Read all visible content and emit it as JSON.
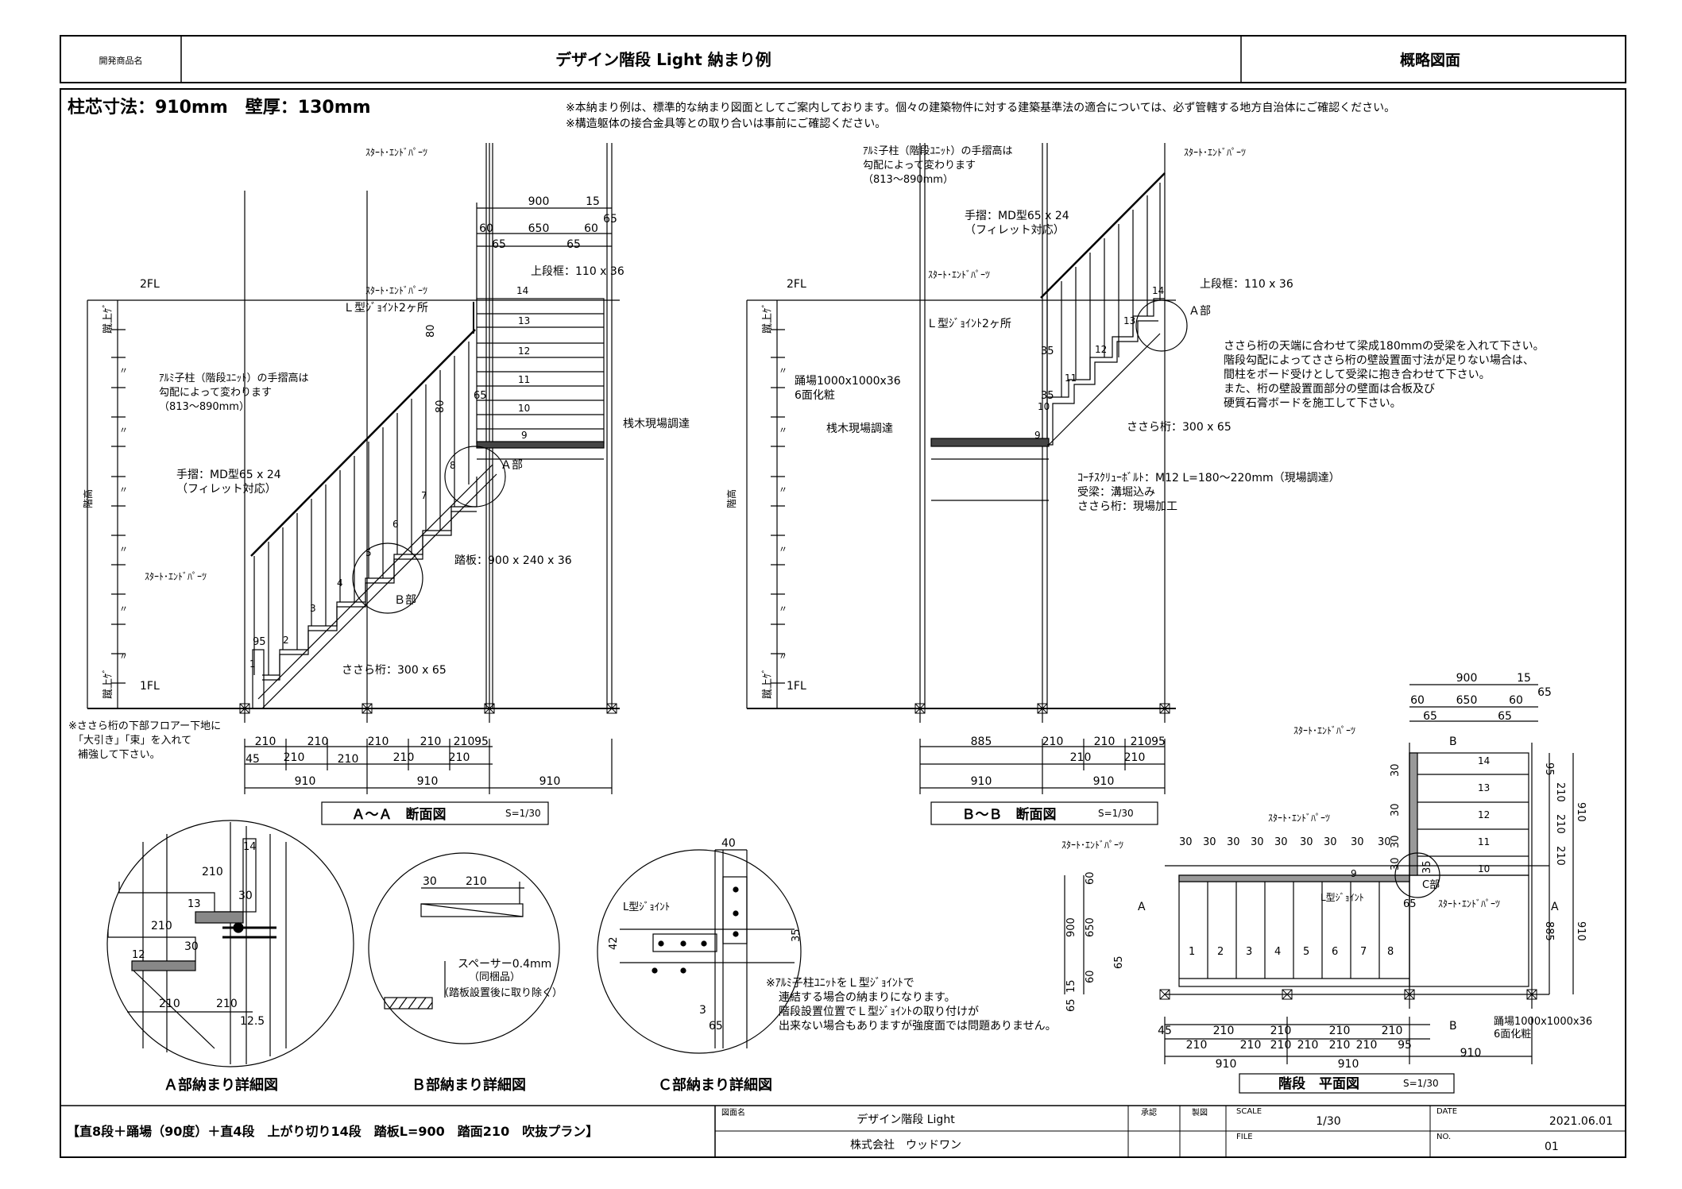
{
  "header": {
    "product_label": "開発商品名",
    "title": "デザイン階段 Light 納まり例",
    "right": "概略図面"
  },
  "spec": "柱芯寸法：910mm　壁厚：130mm",
  "notes": [
    "※本納まり例は、標準的な納まり図面としてご案内しております。個々の建築物件に対する建築基準法の適合については、必ず管轄する地方自治体にご確認ください。",
    "※構造躯体の接合金具等との取り合いは事前にご確認ください。"
  ],
  "section_aa": {
    "title": "Ａ～Ａ　断面図",
    "scale": "S=1/30",
    "labels": {
      "start_end_parts": "ｽﾀｰﾄ･ｴﾝﾄﾞﾊﾟｰﾂ",
      "upper_frame": "上段框：110 x 36",
      "l_joint": "Ｌ型ｼﾞｮｲﾝﾄ2ヶ所",
      "baluster_1": "ｱﾙﾐ子柱（階段ﾕﾆｯﾄ）の手摺高は",
      "baluster_2": "勾配によって変わります",
      "baluster_3": "（813～890mm）",
      "handrail_1": "手摺：MD型65 x 24",
      "handrail_2": "（フィレット対応）",
      "adjust": "桟木現場調達",
      "tread": "踏板：900 x 240 x 36",
      "stringer": "ささら桁：300 x 65",
      "part_a": "Ａ部",
      "part_b": "Ｂ部",
      "fl2": "2FL",
      "fl1": "1FL",
      "floor_height": "階高",
      "rise_top": "蹴上ｹﾞ",
      "rise_bottom": "蹴上ｹﾞ",
      "ditto": "〃",
      "foot_note_1": "※ささら桁の下部フロアー下地に",
      "foot_note_2": "「大引き」「束」を入れて",
      "foot_note_3": "補強して下さい。"
    },
    "top_dims": [
      "900",
      "15",
      "65",
      "60",
      "650",
      "60",
      "65",
      "65"
    ],
    "side_dims": [
      "80",
      "80",
      "65"
    ],
    "step_numbers": [
      "1",
      "2",
      "3",
      "4",
      "5",
      "6",
      "7",
      "8",
      "9",
      "10",
      "11",
      "12",
      "13",
      "14"
    ],
    "bottom_dims_row1": [
      "210",
      "210",
      "210",
      "210",
      "210",
      "95"
    ],
    "bottom_dims_row2": [
      "45",
      "210",
      "210",
      "210",
      "210"
    ],
    "bottom_dims_row3": [
      "910",
      "910",
      "910"
    ],
    "bottom_start_dim": "95"
  },
  "section_bb": {
    "title": "Ｂ～Ｂ　断面図",
    "scale": "S=1/30",
    "labels": {
      "baluster_1": "ｱﾙﾐ子柱（階段ﾕﾆｯﾄ）の手摺高は",
      "baluster_2": "勾配によって変わります",
      "baluster_3": "（813～890mm）",
      "start_end_parts": "ｽﾀｰﾄ･ｴﾝﾄﾞﾊﾟｰﾂ",
      "handrail_1": "手摺：MD型65 x 24",
      "handrail_2": "（フィレット対応）",
      "upper_frame": "上段框：110 x 36",
      "part_a": "Ａ部",
      "l_joint": "Ｌ型ｼﾞｮｲﾝﾄ2ヶ所",
      "landing_1": "踊場1000x1000x36",
      "landing_2": "6面化粧",
      "adjust": "桟木現場調達",
      "stringer": "ささら桁：300 x 65",
      "coach_bolt": "ｺｰﾁｽｸﾘｭｰﾎﾞﾙﾄ：M12 L=180～220mm（現場調達）",
      "beam": "受梁：溝堀込み",
      "stringer_work": "ささら桁：現場加工",
      "note_1": "ささら桁の天端に合わせて梁成180mmの受梁を入れて下さい。",
      "note_2": "階段勾配によってささら桁の壁設置面寸法が足りない場合は、",
      "note_3": "間柱をボード受けとして受梁に抱き合わせて下さい。",
      "note_4": "また、桁の壁設置面部分の壁面は合板及び",
      "note_5": "硬質石膏ボードを施工して下さい。",
      "fl2": "2FL",
      "fl1": "1FL",
      "floor_height": "階高",
      "rise_top": "蹴上ｹﾞ",
      "rise_bottom": "蹴上ｹﾞ",
      "ditto": "〃"
    },
    "side_dims": [
      "35",
      "35"
    ],
    "step_numbers": [
      "9",
      "10",
      "11",
      "12",
      "13",
      "14"
    ],
    "bottom_dims_row1": [
      "885",
      "210",
      "210",
      "210",
      "95"
    ],
    "bottom_dims_row2": [
      "210",
      "210"
    ],
    "bottom_dims_row3": [
      "910",
      "910"
    ]
  },
  "plan": {
    "title": "階段　平面図",
    "scale": "S=1/30",
    "labels": {
      "start_end_1": "ｽﾀｰﾄ･ｴﾝﾄﾞﾊﾟｰﾂ",
      "start_end_2": "ｽﾀｰﾄ･ｴﾝﾄﾞﾊﾟｰﾂ",
      "start_end_3": "ｽﾀｰﾄ･ｴﾝﾄﾞﾊﾟｰﾂ",
      "start_end_4": "ｽﾀｰﾄ･ｴﾝﾄﾞﾊﾟｰﾂ",
      "l_joint": "L型ｼﾞｮｲﾝﾄ",
      "part_c": "C部",
      "landing_1": "踊場1000x1000x36",
      "landing_2": "6面化粧",
      "a_left": "A",
      "a_right": "A",
      "b_top": "B",
      "b_bottom": "B"
    },
    "top_dims": [
      "900",
      "15",
      "60",
      "650",
      "60",
      "65",
      "65",
      "65"
    ],
    "right_dims": [
      "95",
      "210",
      "210",
      "210",
      "910",
      "885",
      "910"
    ],
    "left_dims": [
      "60",
      "650",
      "60",
      "900",
      "15",
      "65",
      "65"
    ],
    "thirty_row": [
      "30",
      "30",
      "30",
      "30",
      "30",
      "30",
      "30",
      "30",
      "30"
    ],
    "thirty_col": [
      "30",
      "30",
      "30",
      "30"
    ],
    "steps_lower": [
      "1",
      "2",
      "3",
      "4",
      "5",
      "6",
      "7",
      "8",
      "9"
    ],
    "steps_upper": [
      "10",
      "11",
      "12",
      "13",
      "14"
    ],
    "bottom_dims_row1": [
      "45",
      "210",
      "210",
      "210",
      "210",
      "210",
      "210",
      "95"
    ],
    "bottom_dims_row2": [
      "210",
      "210",
      "210",
      "210"
    ],
    "bottom_dims_row3": [
      "910",
      "910",
      "910"
    ],
    "c_dims": [
      "35",
      "65"
    ]
  },
  "detail_a": {
    "title": "Ａ部納まり詳細図",
    "dims": [
      "14",
      "210",
      "13",
      "30",
      "210",
      "30",
      "12",
      "210",
      "210",
      "12.5"
    ]
  },
  "detail_b": {
    "title": "Ｂ部納まり詳細図",
    "dims": [
      "30",
      "210"
    ],
    "spacer_1": "スペーサー0.4mm",
    "spacer_2": "（同梱品）",
    "spacer_3": "（踏板設置後に取り除く）"
  },
  "detail_c": {
    "title": "Ｃ部納まり詳細図",
    "l_joint": "L型ｼﾞｮｲﾝﾄ",
    "dims": [
      "40",
      "42",
      "35",
      "3",
      "65"
    ],
    "note_1": "※ｱﾙﾐ子柱ﾕﾆｯﾄをＬ型ｼﾞｮｲﾝﾄで",
    "note_2": "連結する場合の納まりになります。",
    "note_3": "階段設置位置でＬ型ｼﾞｮｲﾝﾄの取り付けが",
    "note_4": "出来ない場合もありますが強度面では問題ありません。"
  },
  "footer": {
    "plan_name": "【直8段＋踊場（90度）＋直4段　上がり切り14段　踏板L=900　踏面210　吹抜プラン】",
    "drawing_name_label": "図面名",
    "drawing_name": "デザイン階段 Light",
    "company": "株式会社　ウッドワン",
    "approved_label": "承認",
    "checked_label": "製図",
    "scale_label": "SCALE",
    "scale": "1/30",
    "file_label": "FILE",
    "date_label": "DATE",
    "date": "2021.06.01",
    "no_label": "NO.",
    "no": "01"
  }
}
